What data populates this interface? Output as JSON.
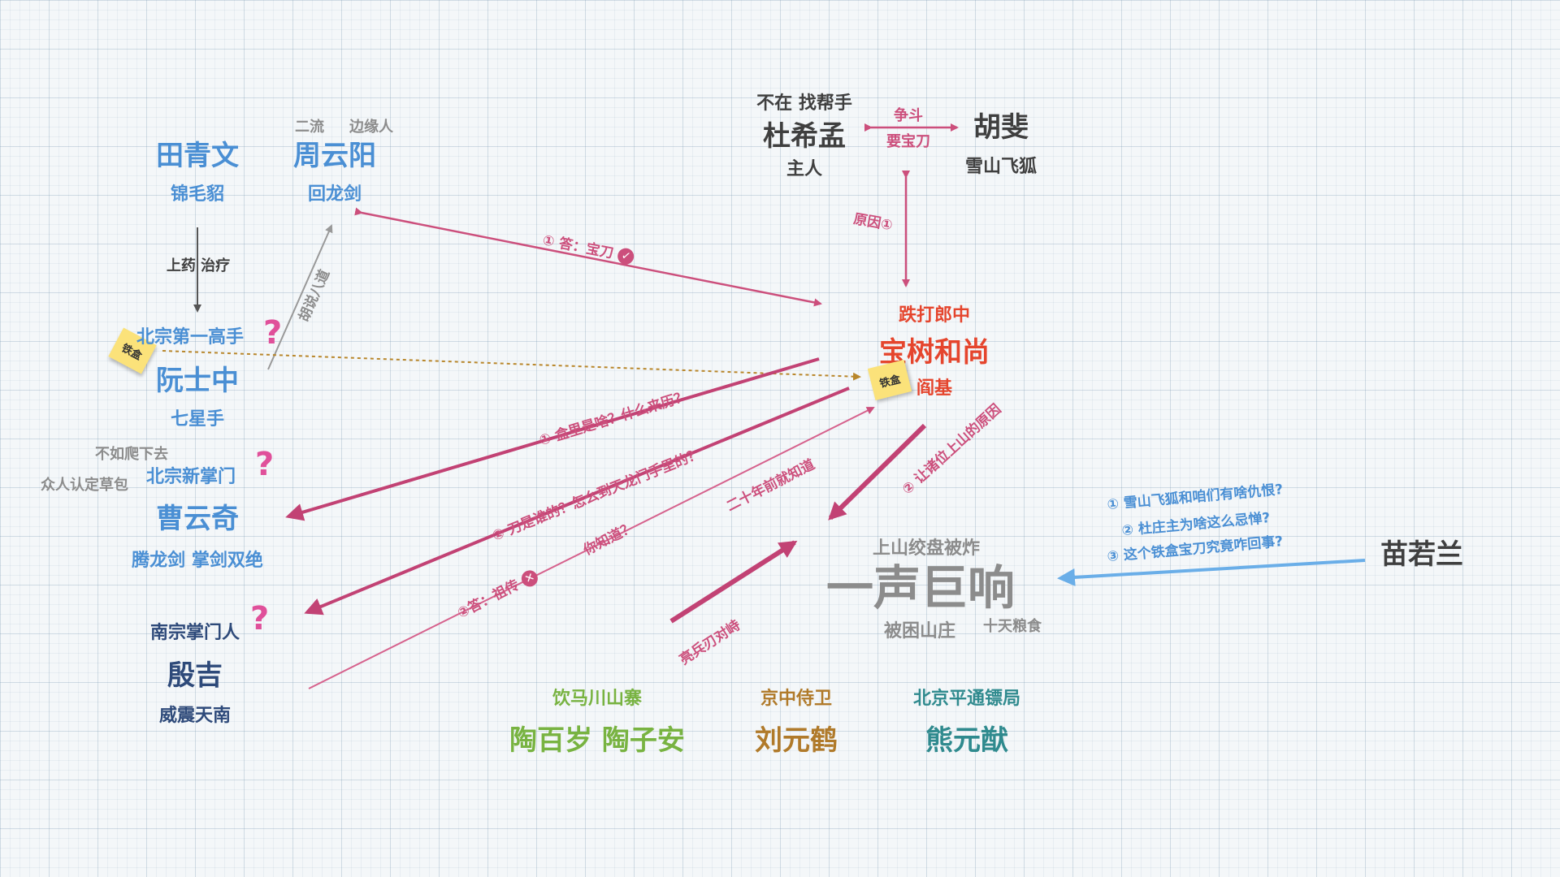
{
  "colors": {
    "blue": "#4a8fd4",
    "navy": "#2e4a7a",
    "red": "#e5452d",
    "pink": "#cc4f7c",
    "green": "#78b341",
    "brown": "#b07a2a",
    "teal": "#2f8a8e",
    "arrow_blue": "#6aaee8"
  },
  "nodes": {
    "tian": {
      "name": "田青文",
      "sub": "锦毛貂"
    },
    "zhou": {
      "name": "周云阳",
      "sub": "回龙剑",
      "top_left": "二流",
      "top_right": "边缘人"
    },
    "ruan": {
      "name": "阮士中",
      "sub": "七星手",
      "title": "北宗第一高手"
    },
    "cao": {
      "name": "曹云奇",
      "sub": "腾龙剑 掌剑双绝",
      "title": "北宗新掌门",
      "side1": "不如爬下去",
      "side2": "众人认定草包"
    },
    "yin": {
      "name": "殷吉",
      "sub": "威震天南",
      "title": "南宗掌门人"
    },
    "du": {
      "name": "杜希孟",
      "top": "不在 找帮手",
      "sub": "主人"
    },
    "hu": {
      "name": "胡斐",
      "sub": "雪山飞狐"
    },
    "bao": {
      "title": "跌打郎中",
      "name": "宝树和尚",
      "sub": "阎基"
    },
    "center": {
      "top": "上山绞盘被炸",
      "name": "一声巨响",
      "sub": "被困山庄",
      "side": "十天粮食"
    },
    "miao": {
      "name": "苗若兰"
    },
    "tao": {
      "title": "饮马川山寨",
      "name": "陶百岁 陶子安"
    },
    "liu": {
      "title": "京中侍卫",
      "name": "刘元鹤"
    },
    "xiong": {
      "title": "北京平通镖局",
      "name": "熊元猷"
    }
  },
  "edges": {
    "du_hu_top": "争斗",
    "du_hu_bottom": "要宝刀",
    "reason1": "原因①",
    "ans_baodao": "① 答：宝刀",
    "medicine": "上药 治疗",
    "nonsense": "胡说八道",
    "q1": "① 盒里是啥？什么来历？",
    "q2": "② 刀是谁的？怎么到天龙门手里的？",
    "ans_zuchuan": "②答：祖传",
    "ni_zhidao": "你知道？",
    "ershinian": "二十年前就知道",
    "rang": "② 让诸位上山的原因",
    "liangbing": "亮兵刃对峙"
  },
  "miao_questions": [
    "① 雪山飞狐和咱们有啥仇恨?",
    "② 杜庄主为啥这么忌惮?",
    "③ 这个铁盒宝刀究竟咋回事?"
  ],
  "notes": {
    "left": "铁盒",
    "right": "铁盒"
  },
  "icons": {
    "check": "check-circle-icon",
    "cross": "cross-circle-icon"
  }
}
